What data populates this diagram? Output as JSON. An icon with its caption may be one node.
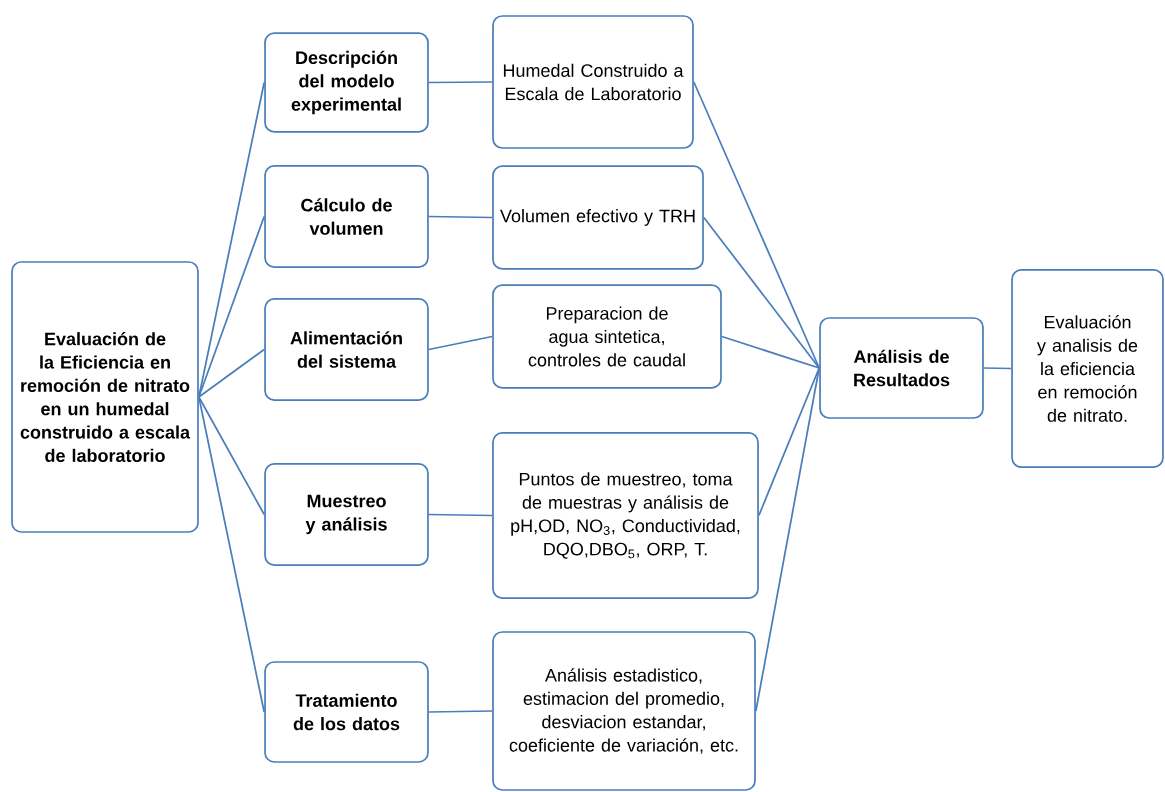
{
  "diagram": {
    "nodes": [
      {
        "text": [
          "Evaluación de la Eficiencia en remoción de nitrato en un humedal construido a escala de laboratorio"
        ]
      },
      {
        "text": [
          "Descripción del modelo experimental"
        ]
      },
      {
        "text": [
          "Cálculo de volumen"
        ]
      },
      {
        "text": [
          "Alimentación del sistema"
        ]
      },
      {
        "text": [
          "Muestreo y análisis"
        ]
      },
      {
        "text": [
          "Tratamiento de los datos"
        ]
      },
      {
        "text": [
          "Humedal Construido a Escala de Laboratorio"
        ]
      },
      {
        "text": [
          "Volumen efectivo y TRH"
        ]
      },
      {
        "text": [
          "Preparacion de agua sintetica,  controles de caudal"
        ]
      },
      {
        "text": [
          "Puntos de muestreo, toma de muestras y análisis de pH,OD, NO$_{3}$, Conductividad, DQO,DBO$_{5}$, ORP, T."
        ]
      },
      {
        "text": [
          "Análisis estadistico, estimacion del promedio, desviacion estandar, coeficiente de variación, etc."
        ]
      },
      {
        "text": [
          "Análisis de Resultados"
        ]
      },
      {
        "text": [
          "Evaluación y analisis de la eficiencia en remoción de nitrato."
        ]
      }
    ],
    "edges": [
      {
        "from": 0,
        "to": 1,
        "arrow": "none"
      },
      {
        "from": 0,
        "to": 2,
        "arrow": "none"
      },
      {
        "from": 0,
        "to": 3,
        "arrow": "none"
      },
      {
        "from": 0,
        "to": 4,
        "arrow": "none"
      },
      {
        "from": 0,
        "to": 5,
        "arrow": "none"
      },
      {
        "from": 1,
        "to": 6,
        "arrow": "none"
      },
      {
        "from": 2,
        "to": 7,
        "arrow": "none"
      },
      {
        "from": 3,
        "to": 8,
        "arrow": "none"
      },
      {
        "from": 4,
        "to": 9,
        "arrow": "none"
      },
      {
        "from": 5,
        "to": 10,
        "arrow": "none"
      },
      {
        "from": 6,
        "to": 11,
        "arrow": "none"
      },
      {
        "from": 7,
        "to": 11,
        "arrow": "none"
      },
      {
        "from": 8,
        "to": 11,
        "arrow": "none"
      },
      {
        "from": 9,
        "to": 11,
        "arrow": "none"
      },
      {
        "from": 10,
        "to": 11,
        "arrow": "none"
      },
      {
        "from": 11,
        "to": 12,
        "arrow": "none"
      }
    ]
  }
}
